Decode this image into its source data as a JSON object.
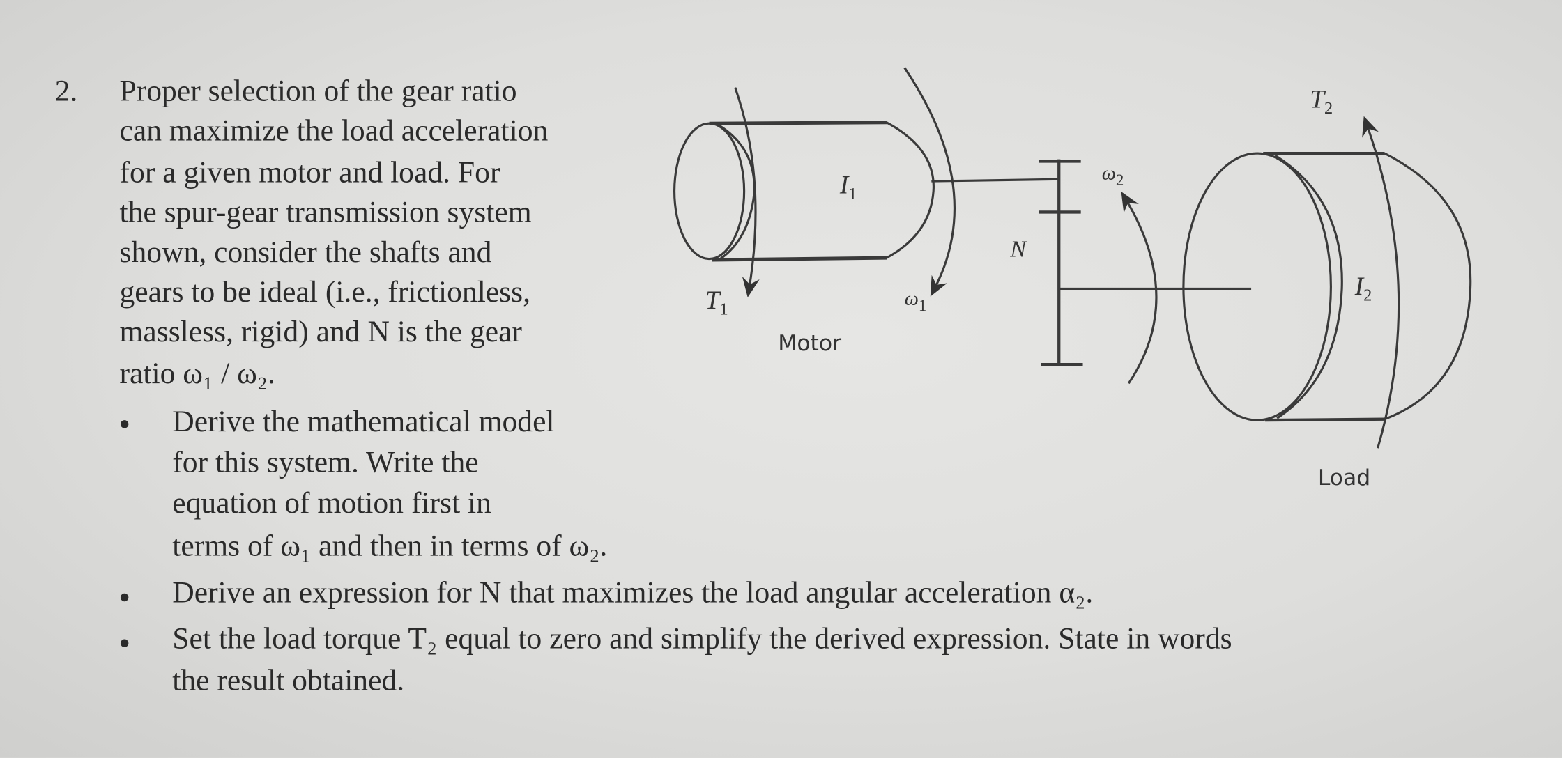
{
  "problem": {
    "number": "2.",
    "intro_lines": [
      "Proper selection of the gear ratio",
      "can maximize the load acceleration",
      "for a given motor and load.  For",
      "the spur-gear transmission system",
      "shown, consider the shafts and",
      "gears to be ideal (i.e., frictionless,",
      "massless, rigid) and N is the gear",
      "ratio ω₁ / ω₂."
    ],
    "bullets": [
      {
        "lines": [
          "Derive the mathematical model",
          "for this system.  Write the",
          "equation of motion first in",
          "terms of ω₁ and then in terms of ω₂."
        ]
      },
      {
        "lines": [
          "Derive an expression for N that maximizes the load angular acceleration α₂."
        ]
      },
      {
        "lines": [
          "Set the load torque T₂ equal to zero and simplify the derived expression.  State in words",
          "the result obtained."
        ]
      }
    ]
  },
  "diagram": {
    "motor_label": "Motor",
    "load_label": "Load",
    "inertia_motor": "I",
    "inertia_motor_sub": "1",
    "inertia_load": "I",
    "inertia_load_sub": "2",
    "torque_motor": "T",
    "torque_motor_sub": "1",
    "torque_load": "T",
    "torque_load_sub": "2",
    "speed_motor": "ω",
    "speed_motor_sub": "1",
    "speed_load": "ω",
    "speed_load_sub": "2",
    "gear_ratio": "N"
  }
}
